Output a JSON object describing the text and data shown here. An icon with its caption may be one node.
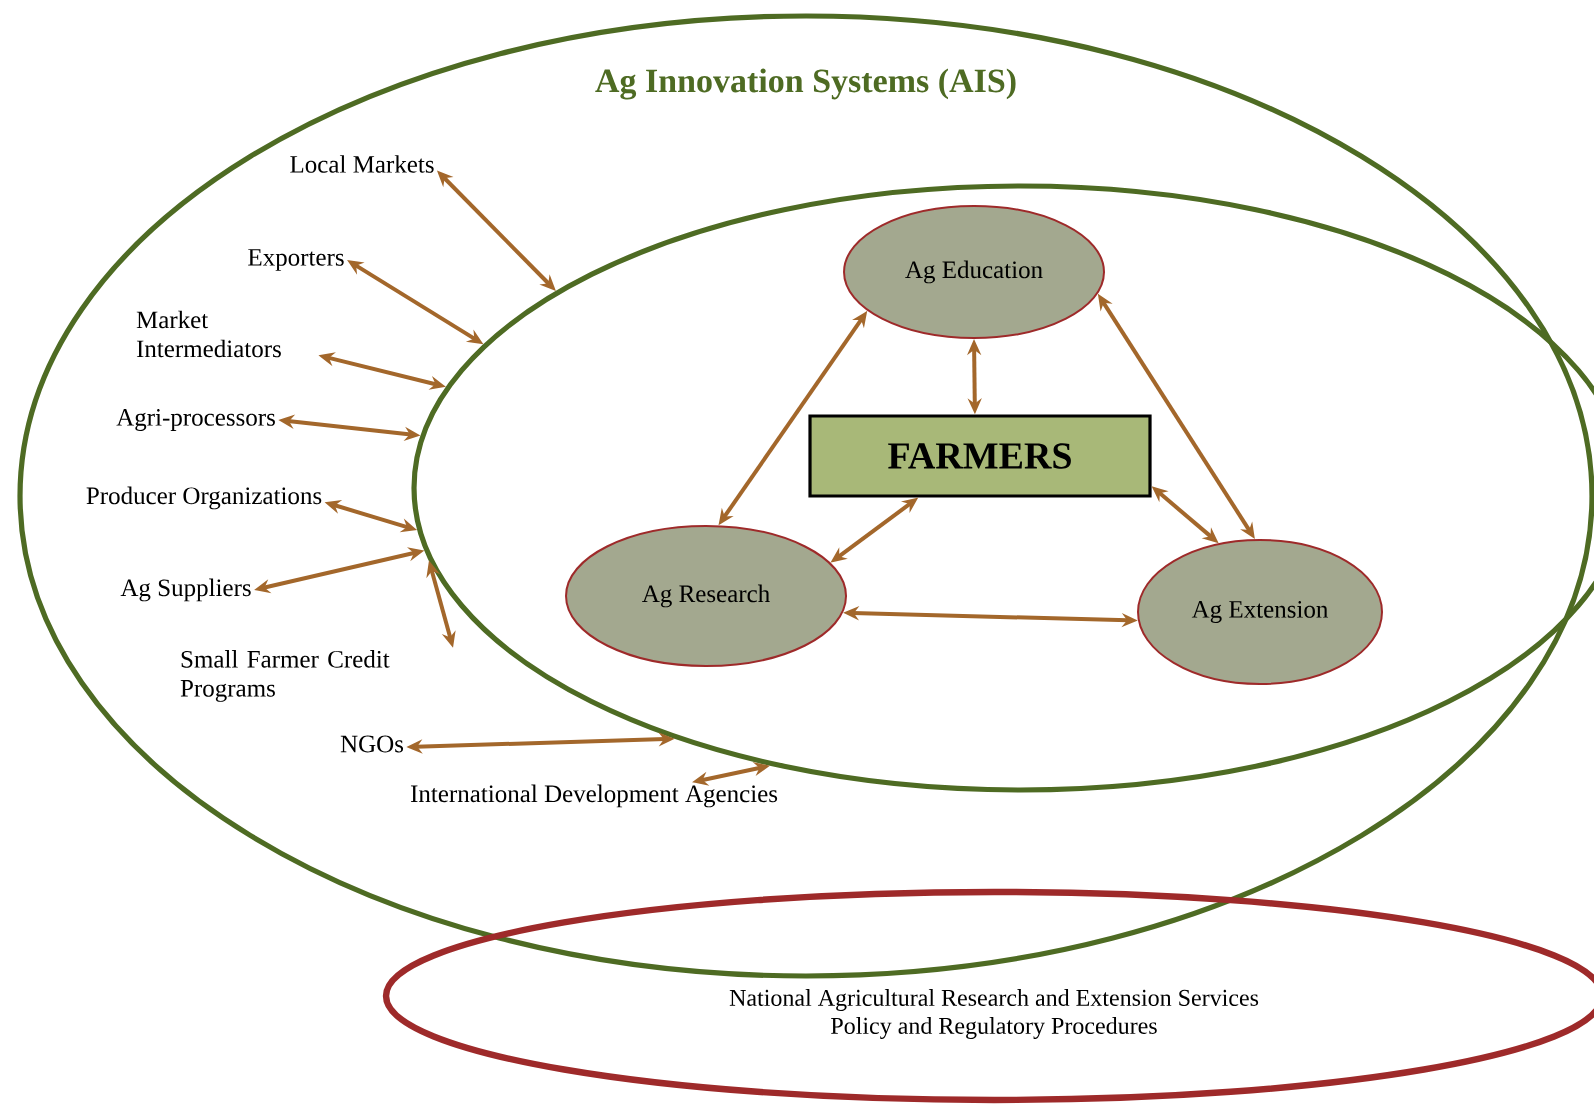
{
  "diagram": {
    "nodes": [
      {
        "text": [
          "Ag Innovation Systems (AIS)"
        ]
      },
      {
        "text": [],
        "shape": "ellipse",
        "in": 0
      },
      {
        "text": [
          "Ag Education"
        ],
        "in": 1
      },
      {
        "text": [
          "FARMERS"
        ],
        "in": 1
      },
      {
        "text": [
          "Ag Research"
        ],
        "in": 1
      },
      {
        "text": [
          "Ag Extension"
        ],
        "in": 1
      },
      {
        "text": [
          "Local Markets"
        ],
        "in": 0
      },
      {
        "text": [
          "Exporters"
        ],
        "in": 0
      },
      {
        "text": [
          "Market Intermediators"
        ],
        "in": 0
      },
      {
        "text": [
          "Agri-processors"
        ],
        "in": 0
      },
      {
        "text": [
          "Producer Organizations"
        ],
        "in": 0
      },
      {
        "text": [
          "Ag Suppliers"
        ],
        "in": 0
      },
      {
        "text": [
          "Small Farmer Credit Programs"
        ],
        "in": 0
      },
      {
        "text": [
          "NGOs"
        ],
        "in": 0
      },
      {
        "text": [
          "International Development Agencies"
        ],
        "in": 0
      },
      {
        "text": [
          "National Agricultural Research and Extension Services",
          "Policy and Regulatory Procedures"
        ]
      }
    ],
    "edges": [
      {
        "from": 6,
        "to": 1,
        "arrow": "both"
      },
      {
        "from": 7,
        "to": 1,
        "arrow": "both"
      },
      {
        "from": 8,
        "to": 1,
        "arrow": "both"
      },
      {
        "from": 9,
        "to": 1,
        "arrow": "both"
      },
      {
        "from": 10,
        "to": 1,
        "arrow": "both"
      },
      {
        "from": 11,
        "to": 1,
        "arrow": "both"
      },
      {
        "from": 12,
        "to": 1,
        "arrow": "both"
      },
      {
        "from": 13,
        "to": 1,
        "arrow": "both"
      },
      {
        "from": 14,
        "to": 1,
        "arrow": "both"
      },
      {
        "from": 2,
        "to": 4,
        "arrow": "both"
      },
      {
        "from": 2,
        "to": 3,
        "arrow": "both"
      },
      {
        "from": 2,
        "to": 5,
        "arrow": "both"
      },
      {
        "from": 3,
        "to": 4,
        "arrow": "both"
      },
      {
        "from": 3,
        "to": 5,
        "arrow": "both"
      },
      {
        "from": 4,
        "to": 5,
        "arrow": "both"
      }
    ]
  }
}
